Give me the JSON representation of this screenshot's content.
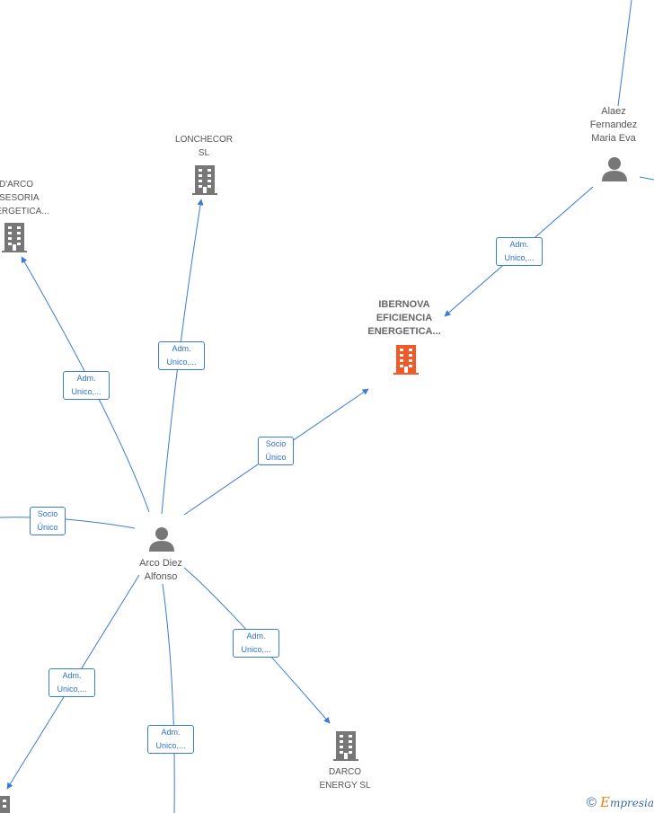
{
  "nodes": {
    "lonchecor": {
      "label": "LONCHECOR\nSL",
      "icon": "building-icon"
    },
    "darco_asesoria": {
      "label": "D'ARCO\nASESORIA\nENERGETICA...",
      "icon": "building-icon"
    },
    "ibernova": {
      "label": "IBERNOVA\nEFICIENCIA\nENERGETICA...",
      "icon": "building-icon"
    },
    "alaez": {
      "label": "Alaez\nFernandez\nMaria Eva",
      "icon": "person-icon"
    },
    "arco_diez": {
      "label": "Arco Diez\nAlfonso",
      "icon": "person-icon"
    },
    "darco_energy": {
      "label": "DARCO\nENERGY  SL",
      "icon": "building-icon"
    }
  },
  "edges": {
    "alaez_ibernova": "Adm.\nUnico,...",
    "arco_lonchecor": "Adm.\nUnico,...",
    "arco_darco_asesoria": "Adm.\nUnico,...",
    "arco_ibernova": "Socio\nÚnico",
    "arco_left": "Socio\nÚnico",
    "arco_darco_energy": "Adm.\nUnico,...",
    "arco_bottom_left": "Adm.\nUnico,...",
    "arco_bottom": "Adm.\nUnico,..."
  },
  "colors": {
    "edge": "#3a7bd5",
    "building": "#777777",
    "main_building": "#f05a28",
    "person": "#777777"
  },
  "watermark": {
    "symbol": "©",
    "e": "E",
    "rest": "mpresia"
  }
}
